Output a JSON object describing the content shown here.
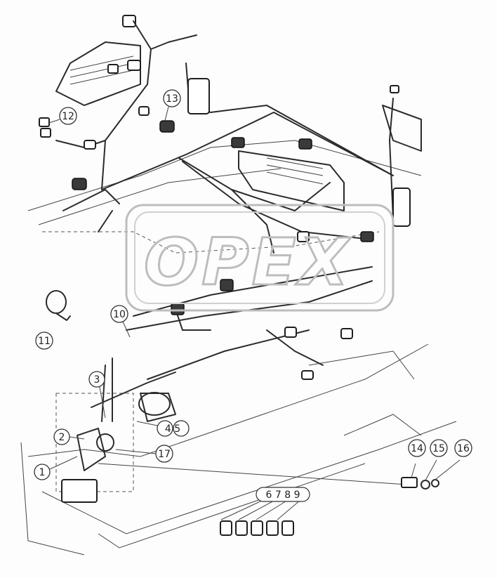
{
  "diagram": {
    "watermark": "OPEX",
    "callouts": [
      {
        "id": "c1",
        "label": "1"
      },
      {
        "id": "c2",
        "label": "2"
      },
      {
        "id": "c3",
        "label": "3"
      },
      {
        "id": "c45",
        "label": "4 5"
      },
      {
        "id": "c6789",
        "label": "6 7 8 9"
      },
      {
        "id": "c10",
        "label": "10"
      },
      {
        "id": "c11",
        "label": "11"
      },
      {
        "id": "c12",
        "label": "12"
      },
      {
        "id": "c13",
        "label": "13"
      },
      {
        "id": "c14",
        "label": "14"
      },
      {
        "id": "c15",
        "label": "15"
      },
      {
        "id": "c16",
        "label": "16"
      },
      {
        "id": "c17",
        "label": "17"
      }
    ]
  }
}
